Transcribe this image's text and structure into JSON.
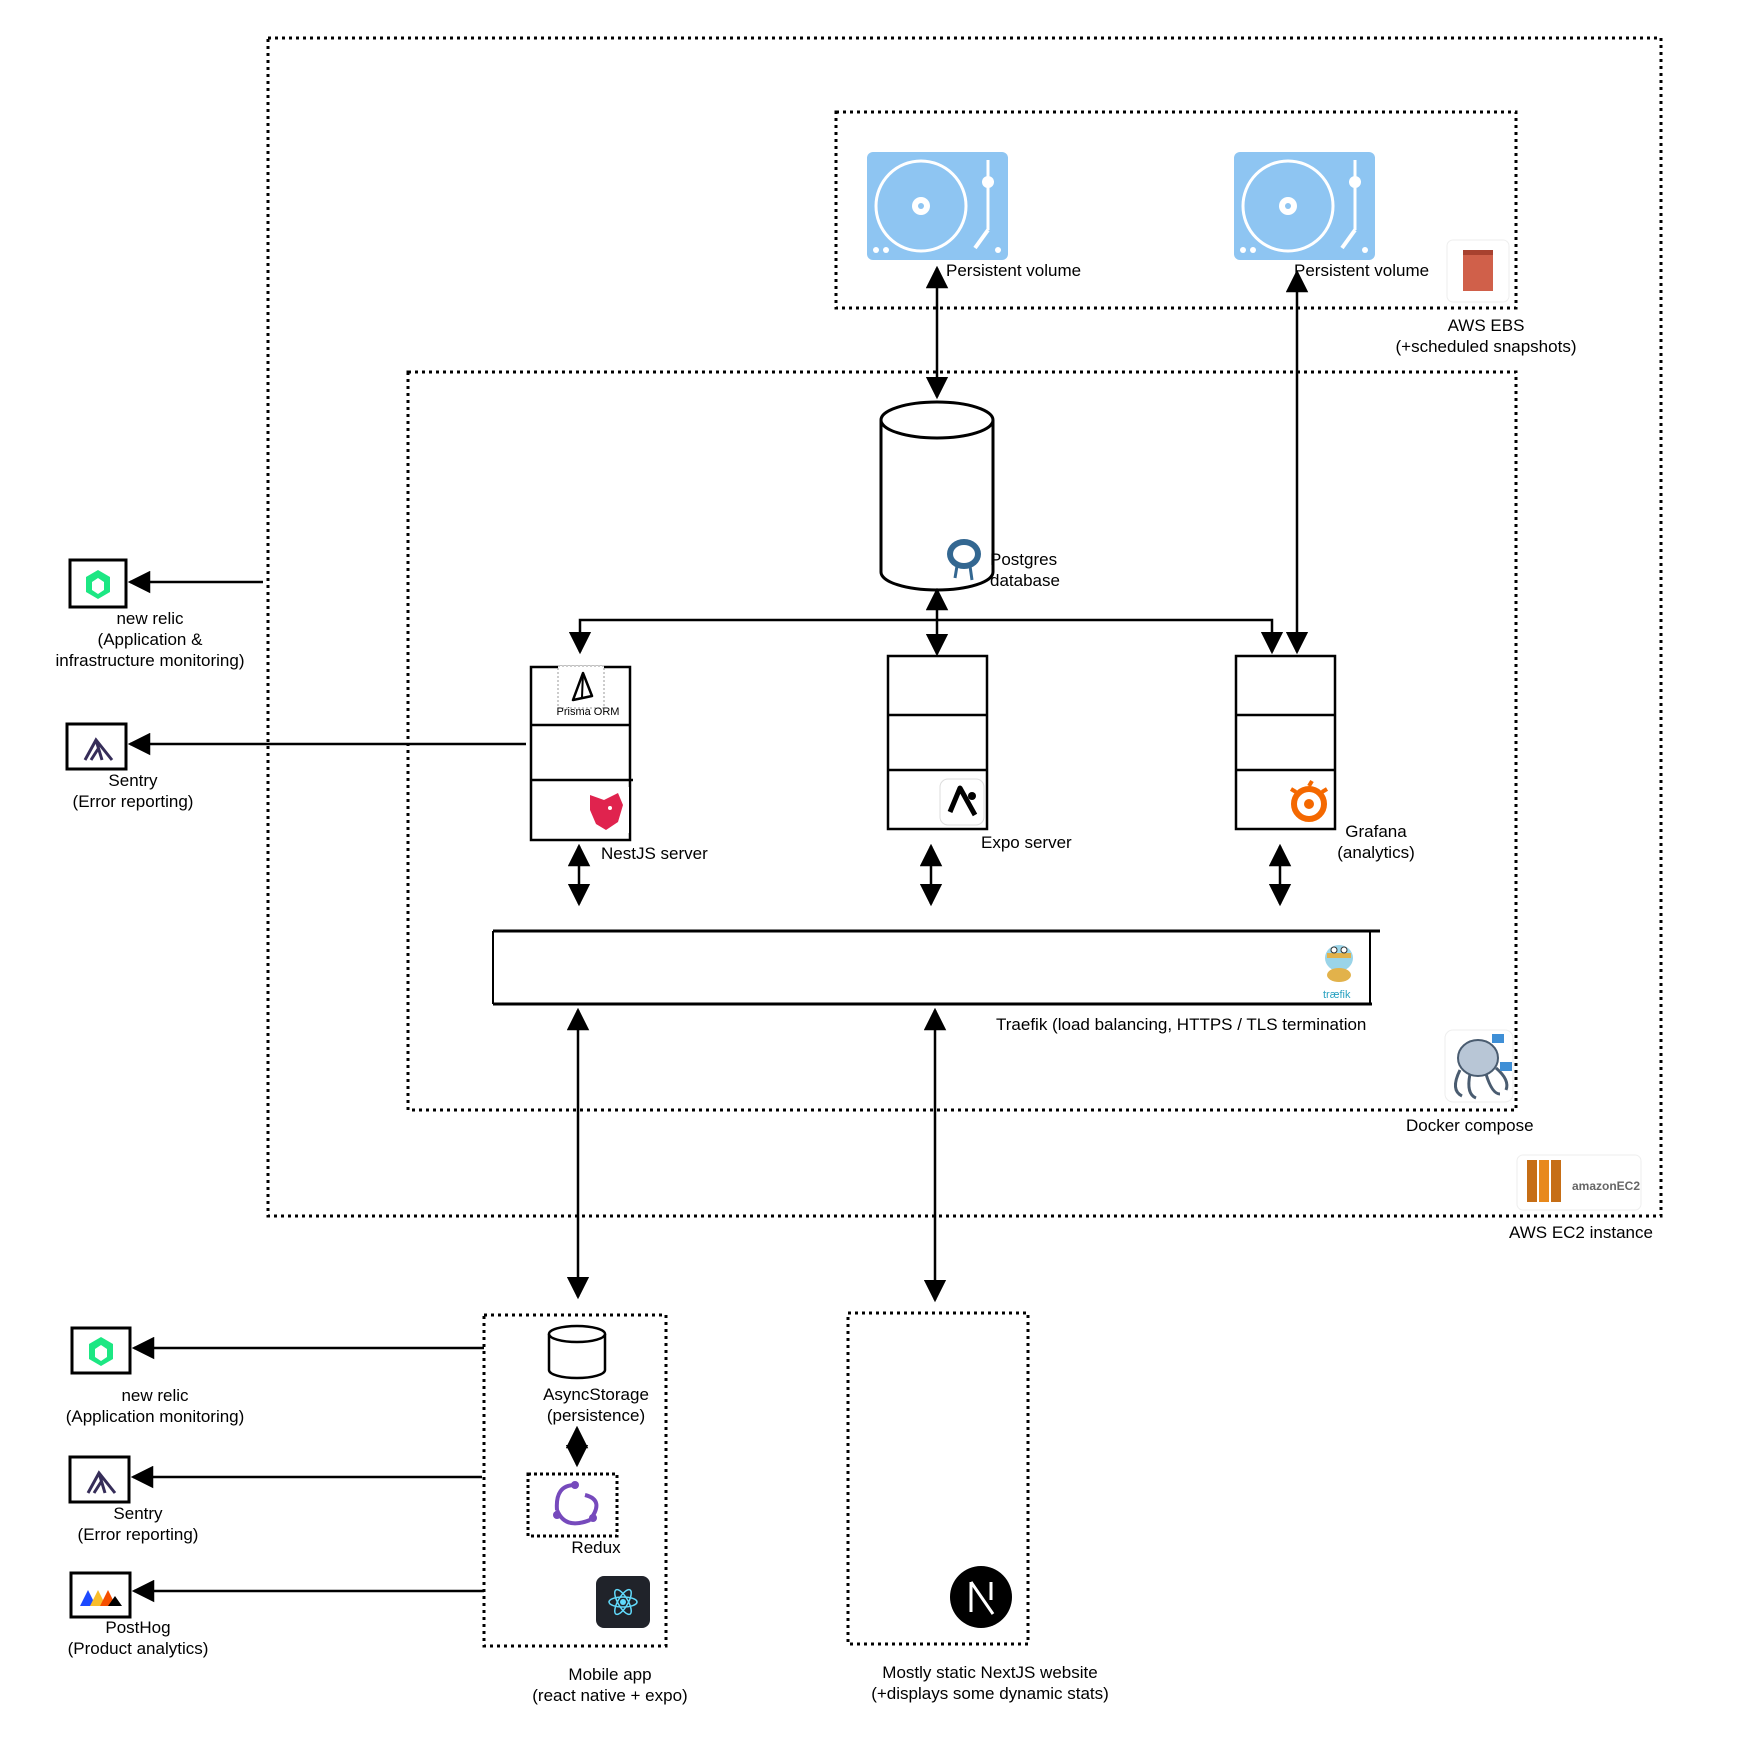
{
  "labels": {
    "pv1": "Persistent volume",
    "pv2": "Persistent volume",
    "ebs_1": "AWS EBS",
    "ebs_2": "(+scheduled snapshots)",
    "postgres_1": "Postgres",
    "postgres_2": "database",
    "newrelic_top_1": "new relic",
    "newrelic_top_2": "(Application &",
    "newrelic_top_3": "infrastructure monitoring)",
    "sentry_top_1": "Sentry",
    "sentry_top_2": "(Error reporting)",
    "prisma": "Prisma ORM",
    "nestjs": "NestJS server",
    "expo": "Expo server",
    "grafana_1": "Grafana",
    "grafana_2": "(analytics)",
    "traefik": "Traefik (load balancing, HTTPS / TLS termination",
    "traefik_logo": "træfik",
    "docker": "Docker compose",
    "ec2": "AWS EC2 instance",
    "ec2_logo": "amazonEC2",
    "newrelic_bottom_1": "new relic",
    "newrelic_bottom_2": "(Application monitoring)",
    "sentry_bottom_1": "Sentry",
    "sentry_bottom_2": "(Error reporting)",
    "posthog_1": "PostHog",
    "posthog_2": "(Product analytics)",
    "asyncstorage_1": "AsyncStorage",
    "asyncstorage_2": "(persistence)",
    "redux": "Redux",
    "mobile_1": "Mobile app",
    "mobile_2": "(react native + expo)",
    "nextjs_1": "Mostly static NextJS website",
    "nextjs_2": "(+displays some dynamic stats)"
  },
  "colors": {
    "volume_blue": "#8ec5f2",
    "ebs_red": "#d0604a",
    "ec2_orange": "#e8891c",
    "nest_red": "#e0234e",
    "grafana_orange": "#f46800",
    "newrelic_green": "#1ce783",
    "sentry_purple": "#362d59",
    "redux_purple": "#764abc",
    "react_blue": "#61dafb",
    "postgres_blue": "#336791"
  }
}
